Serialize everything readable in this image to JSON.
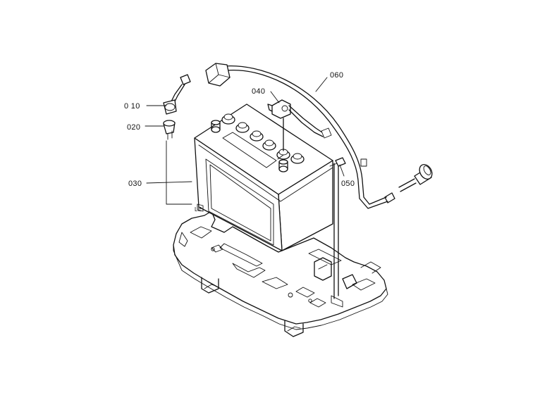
{
  "callouts": {
    "p010": "0 10",
    "p020": "020",
    "p030": "030",
    "p040": "040",
    "p050": "050",
    "p060": "060"
  }
}
